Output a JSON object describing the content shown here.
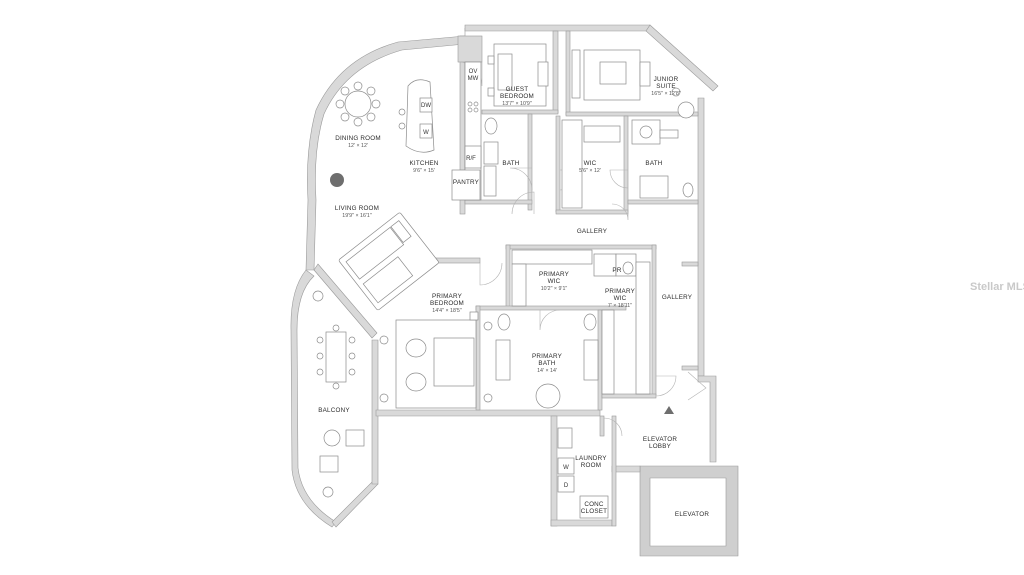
{
  "rooms": {
    "dining_room": {
      "name": "DINING ROOM",
      "dims": "12' × 12'"
    },
    "kitchen": {
      "name": "KITCHEN",
      "dims": "9'6\" × 15'"
    },
    "living_room": {
      "name": "LIVING ROOM",
      "dims": "19'9\" × 16'1\""
    },
    "guest_bedroom": {
      "name_line1": "GUEST",
      "name_line2": "BEDROOM",
      "dims": "13'7\" × 10'9\""
    },
    "junior_suite": {
      "name_line1": "JUNIOR",
      "name_line2": "SUITE",
      "dims": "16'5\" × 12'8\""
    },
    "guest_bath": {
      "name": "BATH"
    },
    "wic": {
      "name": "WIC",
      "dims": "5'6\" × 12'"
    },
    "junior_bath": {
      "name": "BATH"
    },
    "gallery_upper": {
      "name": "GALLERY"
    },
    "gallery_right": {
      "name": "GALLERY"
    },
    "primary_wic_1": {
      "name_line1": "PRIMARY",
      "name_line2": "WIC",
      "dims": "10'2\" × 9'1\""
    },
    "primary_wic_2": {
      "name_line1": "PRIMARY",
      "name_line2": "WIC",
      "dims": "7' × 18'11\""
    },
    "pr": {
      "name": "PR"
    },
    "primary_bedroom": {
      "name_line1": "PRIMARY",
      "name_line2": "BEDROOM",
      "dims": "14'4\" × 18'5\""
    },
    "primary_bath": {
      "name_line1": "PRIMARY",
      "name_line2": "BATH",
      "dims": "14' × 14'"
    },
    "balcony": {
      "name": "BALCONY"
    },
    "elevator_lobby": {
      "name_line1": "ELEVATOR",
      "name_line2": "LOBBY"
    },
    "laundry_room": {
      "name_line1": "LAUNDRY",
      "name_line2": "ROOM"
    },
    "conc_closet": {
      "name_line1": "CONC",
      "name_line2": "CLOSET"
    },
    "elevator": {
      "name": "ELEVATOR"
    },
    "pantry": {
      "name": "PANTRY"
    }
  },
  "fixtures": {
    "oven": "OV",
    "microwave": "MW",
    "dishwasher": "DW",
    "kitchen_washer": "W",
    "refrigerator": "R/F",
    "washer": "W",
    "dryer": "D"
  },
  "watermark": "Stellar MLS"
}
